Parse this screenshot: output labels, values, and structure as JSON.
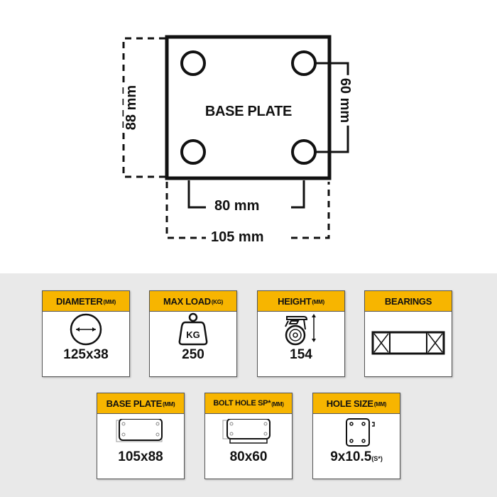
{
  "diagram": {
    "title": "BASE PLATE",
    "dimensions": {
      "height": "88 mm",
      "hole_vertical": "60 mm",
      "hole_horizontal": "80 mm",
      "width": "105 mm"
    }
  },
  "specs": {
    "row1": [
      {
        "label": "DIAMETER",
        "unit": "(MM)",
        "icon": "wheel-diameter-icon",
        "value": "125x38"
      },
      {
        "label": "MAX LOAD",
        "unit": "(KG)",
        "icon": "weight-icon",
        "icon_text": "KG",
        "value": "250"
      },
      {
        "label": "HEIGHT",
        "unit": "(MM)",
        "icon": "caster-height-icon",
        "value": "154"
      },
      {
        "label": "BEARINGS",
        "unit": "",
        "icon": "bearing-icon",
        "value": ""
      }
    ],
    "row2": [
      {
        "label": "BASE PLATE",
        "unit": "(MM)",
        "icon": "base-plate-icon",
        "value": "105x88"
      },
      {
        "label": "BOLT HOLE SP*",
        "unit": "(MM)",
        "icon": "bolt-hole-spacing-icon",
        "value": "80x60"
      },
      {
        "label": "HOLE SIZE",
        "unit": "(MM)",
        "icon": "hole-size-icon",
        "value": "9x10.5",
        "value_suffix": "(S*)"
      }
    ]
  },
  "colors": {
    "header_yellow": "#f7b500",
    "panel_gray": "#e9e9e9",
    "ink": "#111111"
  }
}
